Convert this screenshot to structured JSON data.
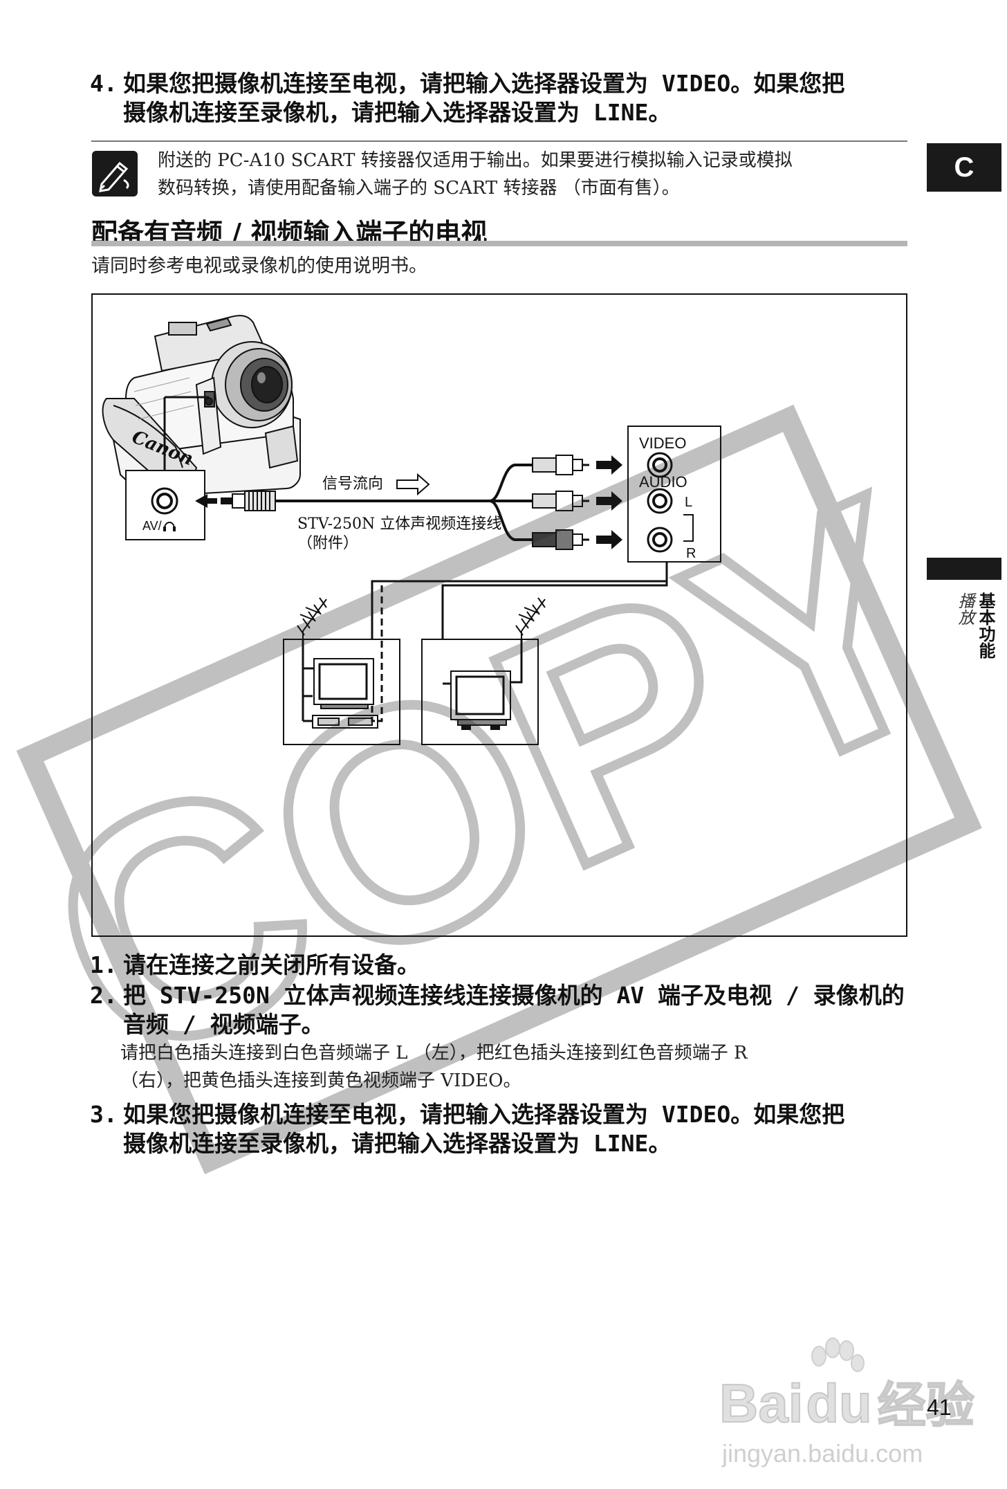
{
  "step4_top": {
    "number": "4.",
    "line1": "如果您把摄像机连接至电视，请把输入选择器设置为 VIDEO。如果您把",
    "line2": "摄像机连接至录像机，请把输入选择器设置为 LINE。"
  },
  "note": {
    "line1": "附送的 PC-A10 SCART 转接器仅适用于输出。如果要进行模拟输入记录或模拟",
    "line2": "数码转换，请使用配备输入端子的 SCART 转接器 （市面有售）。"
  },
  "side_tab": {
    "letter": "C",
    "section_bold": "基本功能",
    "section_italic": "播放"
  },
  "section": {
    "heading": "配备有音频 / 视频输入端子的电视",
    "subtitle": "请同时参考电视或录像机的使用说明书。"
  },
  "diagram": {
    "camera_brand": "Canon",
    "av_jack_label": "AV/",
    "signal_flow": "信号流向",
    "cable_name": "STV-250N 立体声视频连接线",
    "cable_note": "（附件）",
    "video_label": "VIDEO",
    "audio_label": "AUDIO",
    "left_label": "L",
    "right_label": "R",
    "watermark": "COPY"
  },
  "steps": [
    {
      "number": "1.",
      "line1": "请在连接之前关闭所有设备。"
    },
    {
      "number": "2.",
      "line1": "把 STV-250N 立体声视频连接线连接摄像机的 AV 端子及电视 / 录像机的",
      "line2": "音频 / 视频端子。",
      "detail1": "请把白色插头连接到白色音频端子 L （左），把红色插头连接到红色音频端子 R",
      "detail2": "（右），把黄色插头连接到黄色视频端子 VIDEO。"
    },
    {
      "number": "3.",
      "line1": "如果您把摄像机连接至电视，请把输入选择器设置为 VIDEO。如果您把",
      "line2": "摄像机连接至录像机，请把输入选择器设置为 LINE。"
    }
  ],
  "page_number": "41",
  "baidu_watermark": {
    "logo": "Bai",
    "logo_paw": "du",
    "logo_cn": "经验",
    "url": "jingyan.baidu.com"
  }
}
